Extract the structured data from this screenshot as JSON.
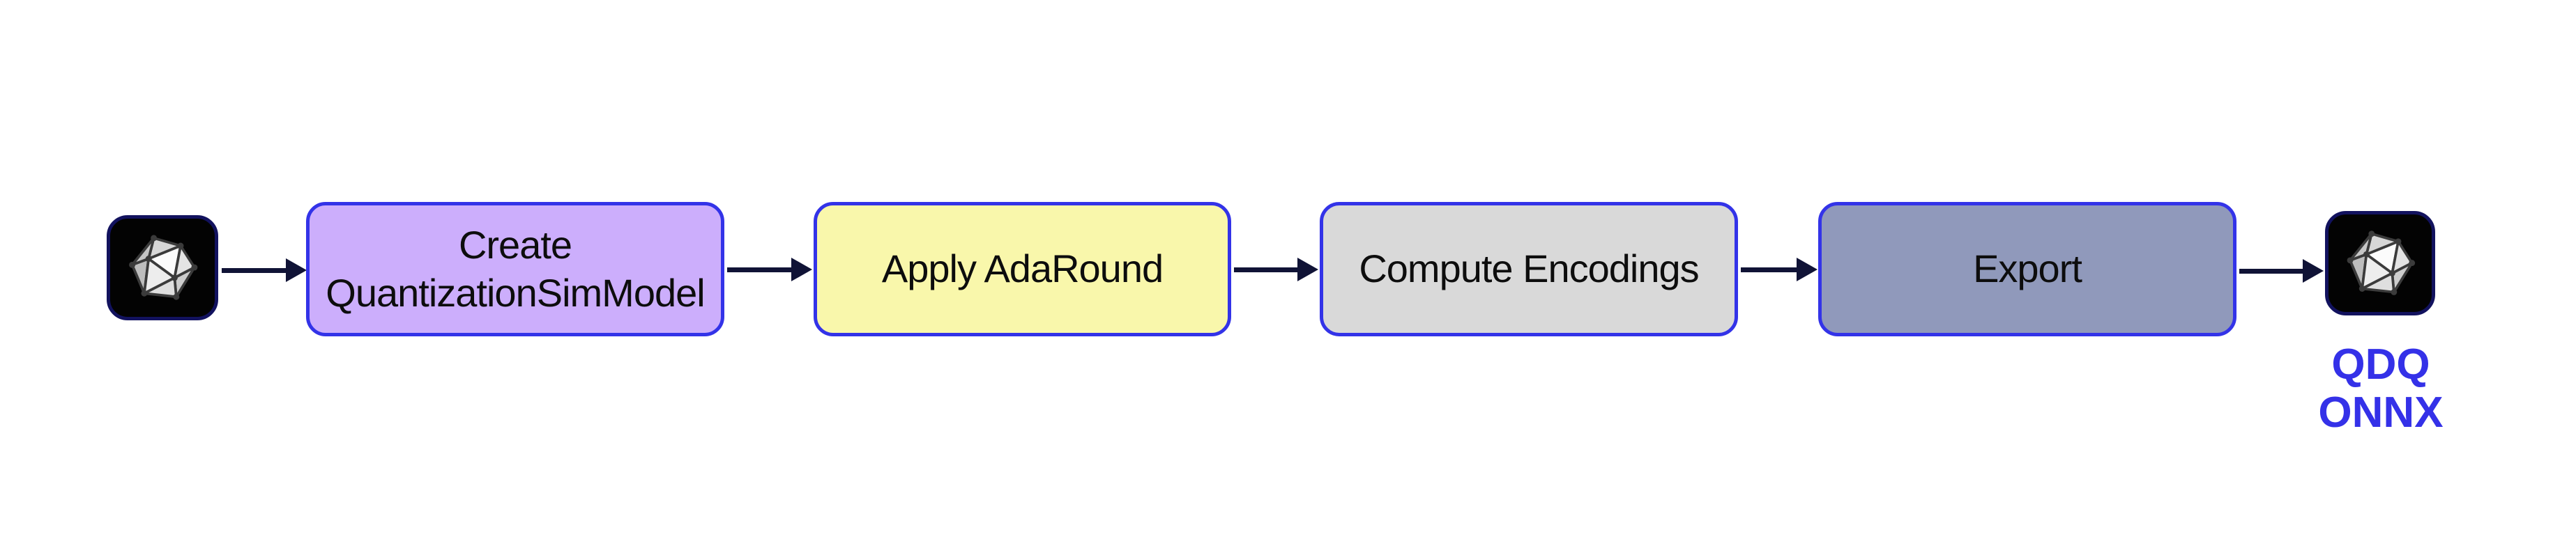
{
  "diagram": {
    "input_icon": "onnx-logo",
    "steps": [
      {
        "label": "Create QuantizationSimModel",
        "fill": "#ccaefc"
      },
      {
        "label": "Apply AdaRound",
        "fill": "#f9f7ab"
      },
      {
        "label": "Compute Encodings",
        "fill": "#d9d9d9"
      },
      {
        "label": "Export",
        "fill": "#9099bb"
      }
    ],
    "output_icon": "onnx-logo",
    "output_label": "QDQ\nONNX",
    "colors": {
      "background": "#ffffff",
      "box_border": "#3333e8",
      "step_text": "#0d0d0d",
      "arrow": "#101336",
      "icon_border": "#12125e",
      "icon_background": "#030303",
      "output_label_text": "#3431e8"
    }
  }
}
